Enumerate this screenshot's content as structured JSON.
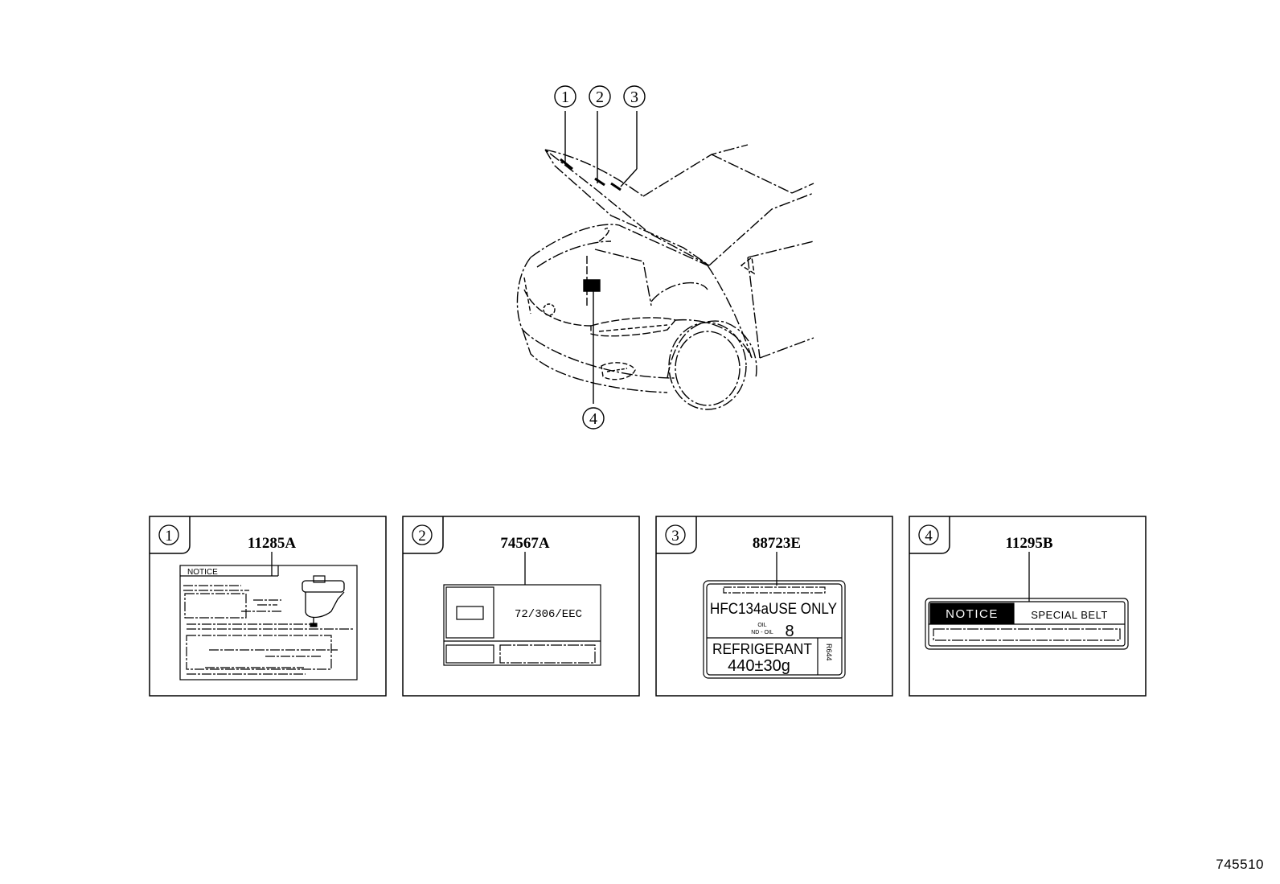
{
  "callouts": [
    "1",
    "2",
    "3",
    "4"
  ],
  "panels": [
    {
      "num": "1",
      "part": "11285A",
      "label_heading": "NOTICE"
    },
    {
      "num": "2",
      "part": "74567A",
      "label_text": "72/306/EEC"
    },
    {
      "num": "3",
      "part": "88723E",
      "line1": "HFC134aUSE ONLY",
      "oil_small_1": "OIL",
      "oil_small_2": "ND - OIL",
      "oil_num": "8",
      "refrigerant": "REFRIGERANT",
      "amount": "440±30g",
      "side_code": "R644"
    },
    {
      "num": "4",
      "part": "11295B",
      "label_heading": "NOTICE",
      "label_text": "SPECIAL BELT"
    }
  ],
  "footer_code": "745510"
}
